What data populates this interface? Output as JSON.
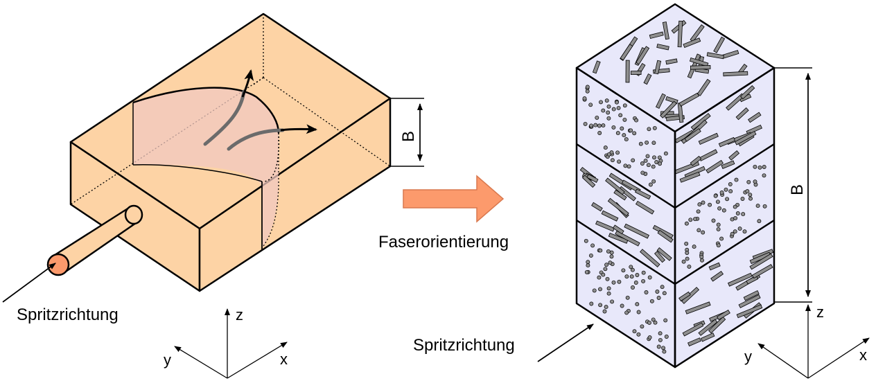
{
  "left_figure": {
    "injection_label": "Spritzrichtung",
    "dimension_label": "B",
    "axes": {
      "z": "z",
      "y": "y",
      "x": "x"
    }
  },
  "process_arrow": {
    "label": "Faserorientierung"
  },
  "right_figure": {
    "injection_label": "Spritzrichtung",
    "dimension_label": "B",
    "axes": {
      "z": "z",
      "y": "y",
      "x": "x"
    }
  },
  "colors": {
    "mold": "#fdd3a5",
    "flow_front": "#f0c8c0",
    "arrow_fill": "#fc9a6c",
    "block_face": "#e8e8fa",
    "fiber": "#8f8f8f"
  }
}
